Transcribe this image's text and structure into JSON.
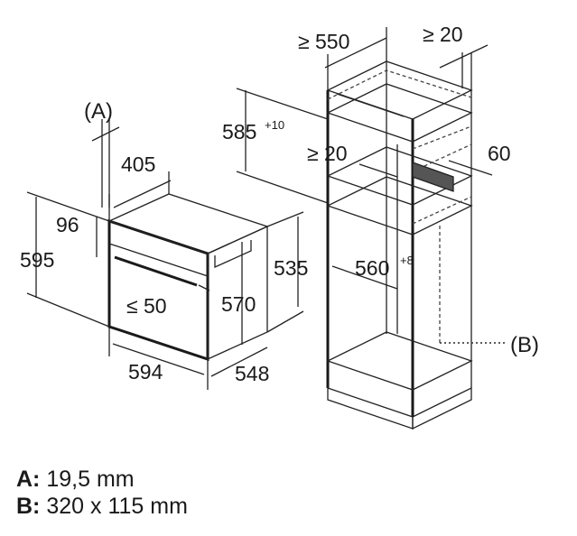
{
  "dimensions": {
    "oven_width_depth_top": "405",
    "oven_height": "595",
    "oven_panel_height": "96",
    "oven_handle_clearance": "≤ 50",
    "oven_body_height": "570",
    "oven_side_height": "535",
    "oven_front_width": "594",
    "oven_side_depth": "548",
    "cabinet_depth": "≥ 550",
    "cabinet_rear_gap": "≥ 20",
    "niche_height": "585",
    "niche_height_tol": "+10",
    "shelf_gap": "≥ 20",
    "vent_depth": "60",
    "niche_width": "560",
    "niche_width_tol": "+8"
  },
  "labels": {
    "a_marker": "(A)",
    "b_marker": "(B)"
  },
  "legend": {
    "a_key": "A:",
    "a_value": "19,5 mm",
    "b_key": "B:",
    "b_value": "320 x 115 mm"
  }
}
